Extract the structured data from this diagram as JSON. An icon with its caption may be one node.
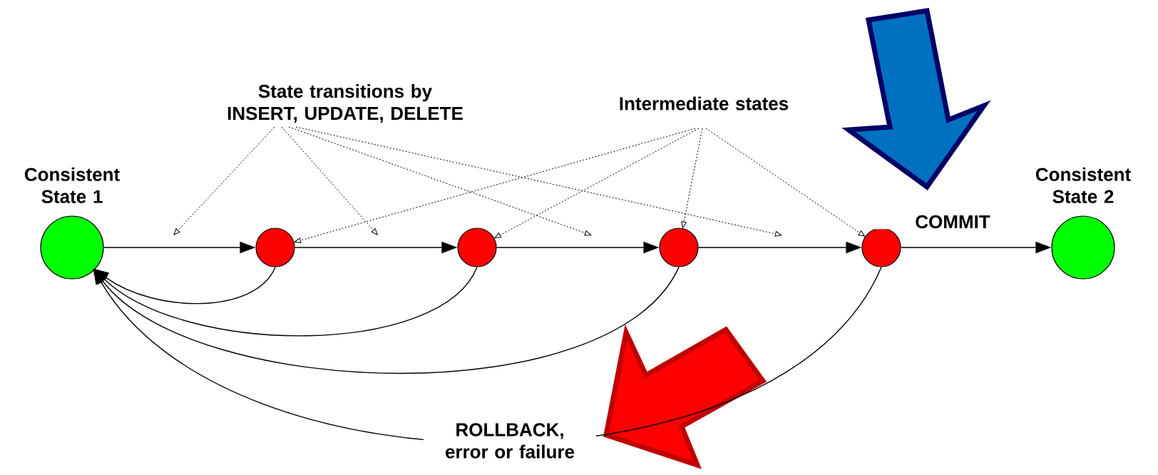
{
  "diagram": {
    "nodes": [
      {
        "text": [
          "Consistent State 1"
        ]
      },
      {
        "text": [],
        "shape": "circle"
      },
      {
        "text": [],
        "shape": "circle"
      },
      {
        "text": [],
        "shape": "circle"
      },
      {
        "text": [],
        "shape": "circle"
      },
      {
        "text": [
          "Consistent State 2"
        ]
      },
      {
        "text": [
          "State transitions by INSERT, UPDATE, DELETE"
        ]
      },
      {
        "text": [
          "Intermediate states"
        ]
      }
    ],
    "edges": [
      {
        "from": 0,
        "to": 1,
        "arrow": "to"
      },
      {
        "from": 1,
        "to": 2,
        "arrow": "to"
      },
      {
        "from": 2,
        "to": 3,
        "arrow": "to"
      },
      {
        "from": 3,
        "to": 4,
        "arrow": "to"
      },
      {
        "from": 4,
        "to": 5,
        "arrow": "to",
        "label": "COMMIT"
      },
      {
        "from": 1,
        "to": 0,
        "arrow": "to"
      },
      {
        "from": 2,
        "to": 0,
        "arrow": "to"
      },
      {
        "from": 3,
        "to": 0,
        "arrow": "to"
      },
      {
        "from": 4,
        "to": 0,
        "arrow": "to",
        "label": "ROLLBACK, error or failure"
      },
      {
        "from": 6,
        "to": null,
        "arrow": "to",
        "style": "dashed"
      },
      {
        "from": 6,
        "to": null,
        "arrow": "to",
        "style": "dashed"
      },
      {
        "from": 6,
        "to": null,
        "arrow": "to",
        "style": "dashed"
      },
      {
        "from": 6,
        "to": null,
        "arrow": "to",
        "style": "dashed"
      },
      {
        "from": 7,
        "to": 1,
        "arrow": "to",
        "style": "dashed"
      },
      {
        "from": 7,
        "to": 2,
        "arrow": "to",
        "style": "dashed"
      },
      {
        "from": 7,
        "to": 3,
        "arrow": "to",
        "style": "dashed"
      },
      {
        "from": 7,
        "to": 4,
        "arrow": "to",
        "style": "dashed"
      }
    ]
  }
}
